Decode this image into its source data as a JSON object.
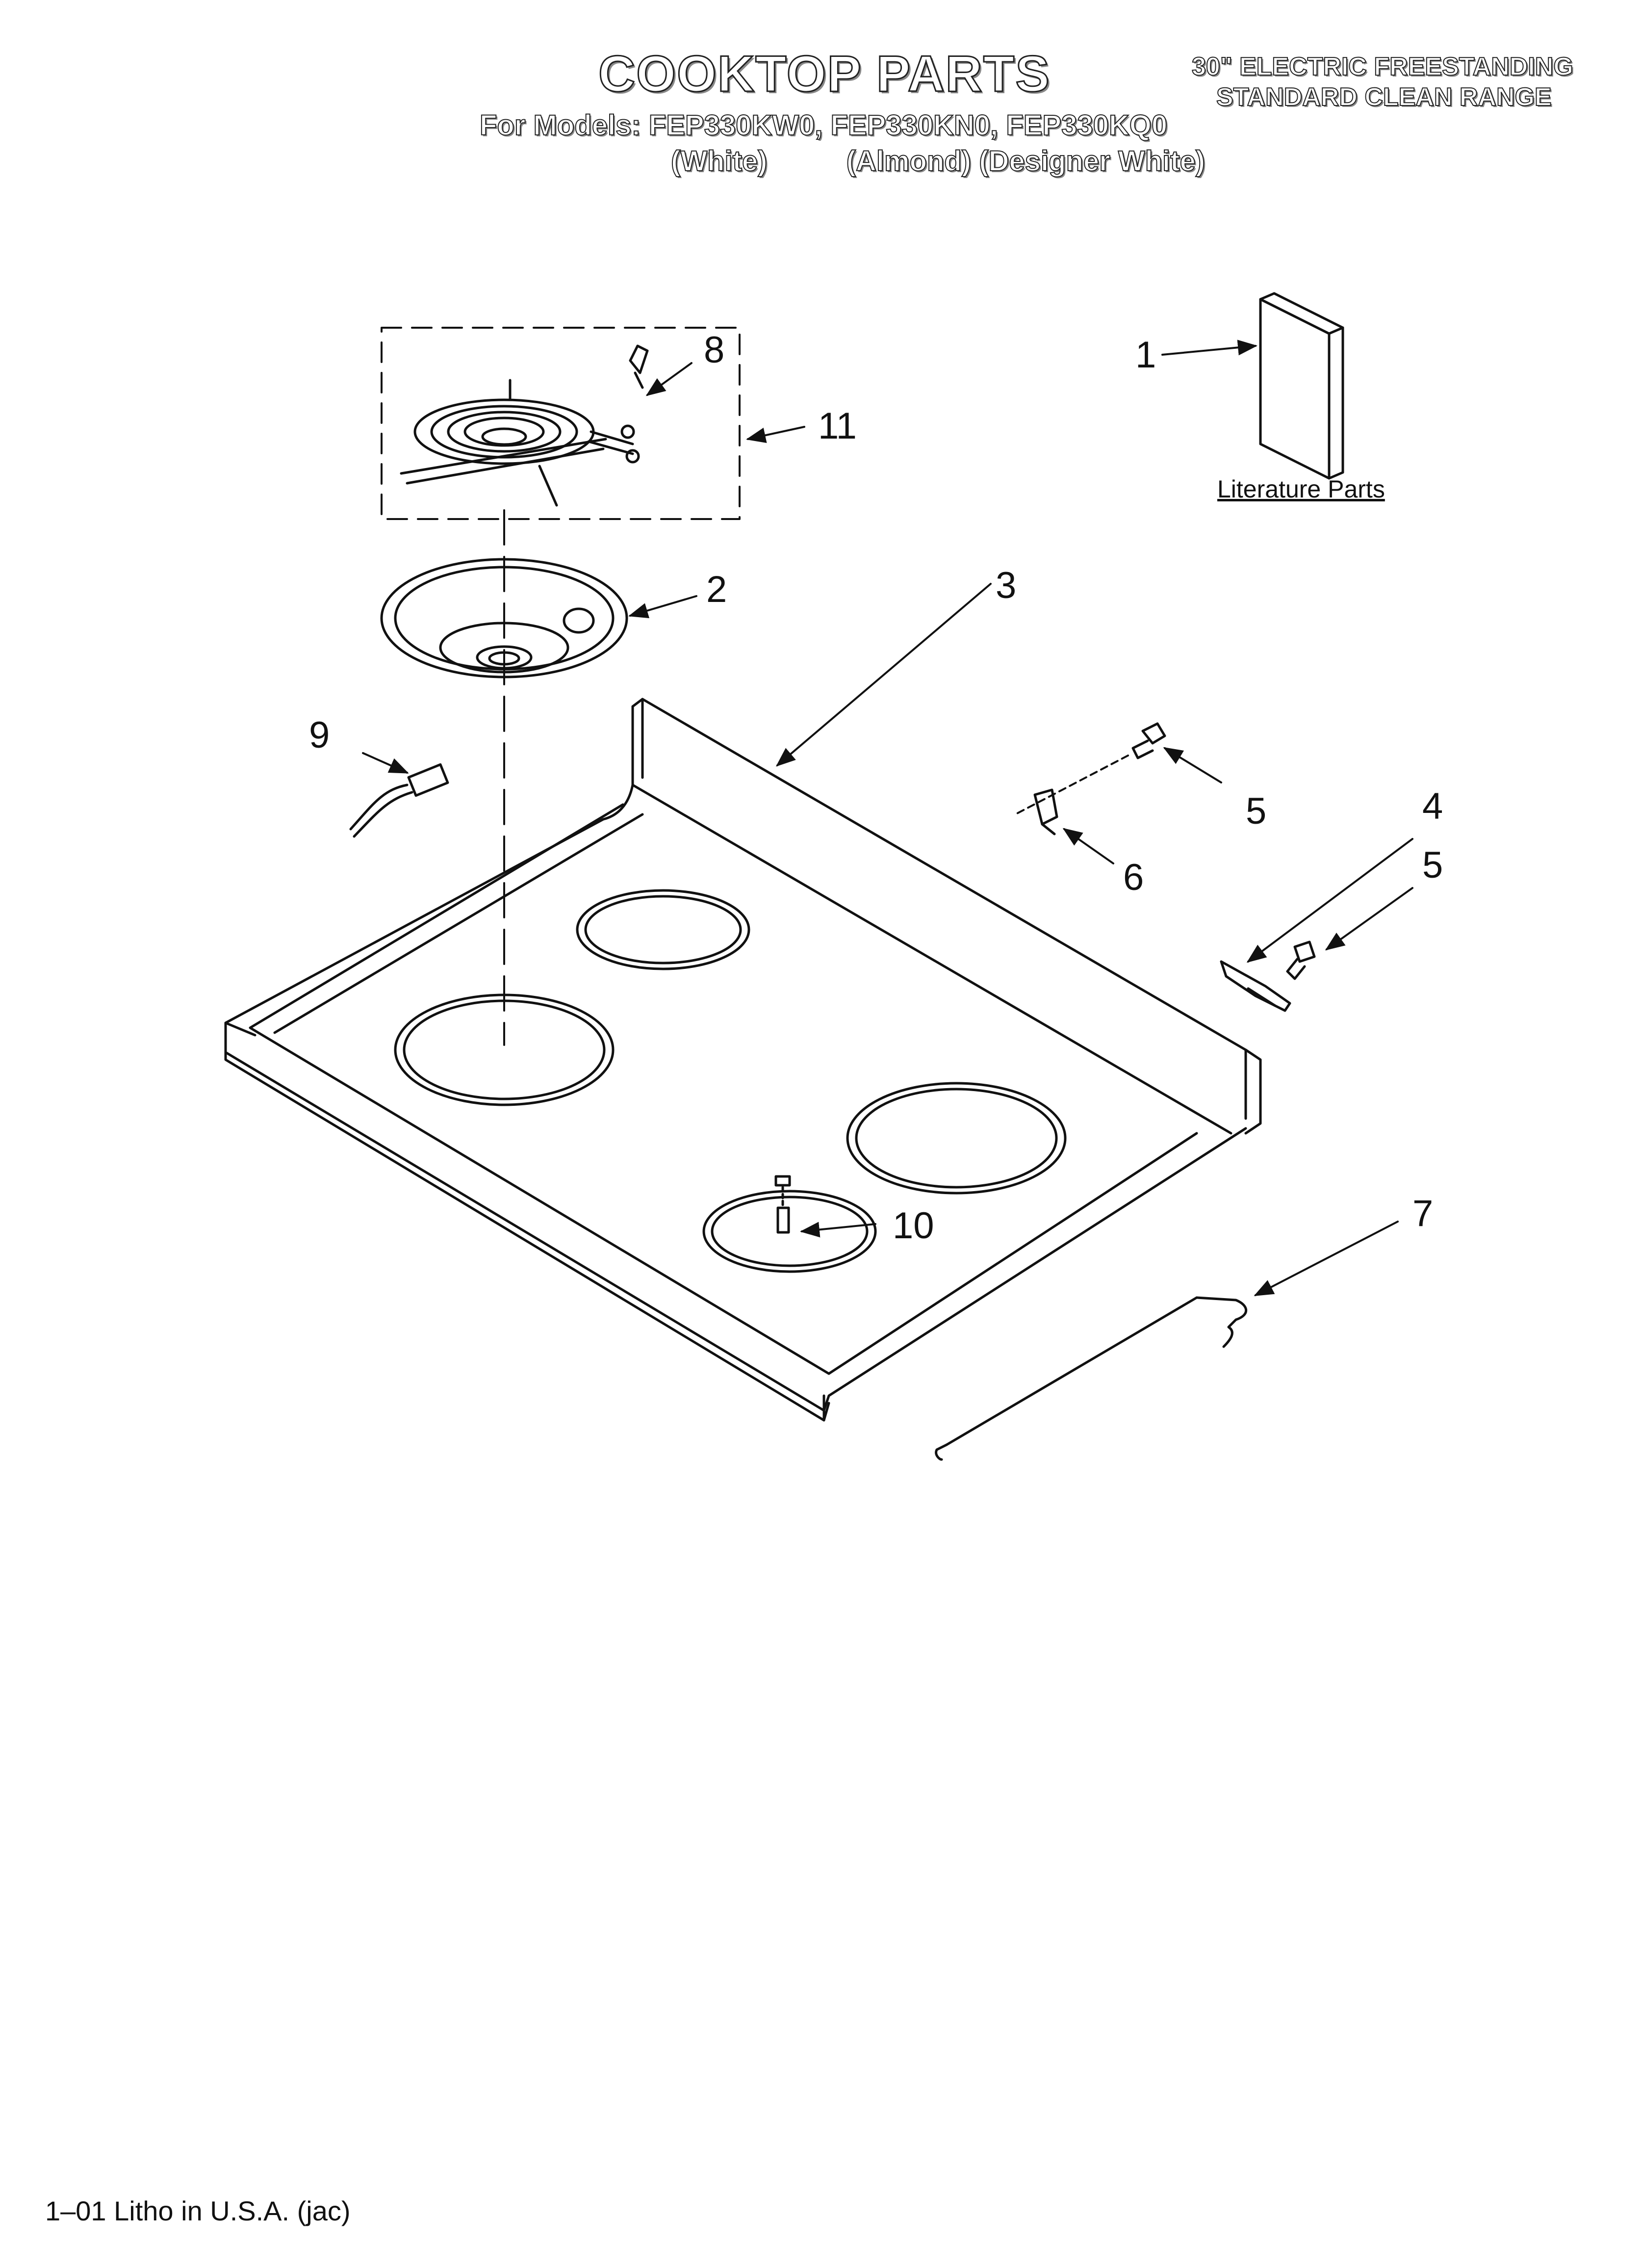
{
  "header": {
    "title": "COOKTOP PARTS",
    "models_line": "For Models: FEP330KW0, FEP330KN0, FEP330KQ0",
    "colors_line": "(White)          (Almond) (Designer White)",
    "description_line1": "30\" ELECTRIC FREESTANDING",
    "description_line2": "STANDARD CLEAN RANGE"
  },
  "literature": {
    "label": "Literature Parts"
  },
  "callouts": {
    "c1": "1",
    "c2": "2",
    "c3": "3",
    "c4": "4",
    "c5a": "5",
    "c5b": "5",
    "c6": "6",
    "c7": "7",
    "c8": "8",
    "c9": "9",
    "c10": "10",
    "c11": "11"
  },
  "footer": {
    "litho": "1–01 Litho in U.S.A. (jac)"
  }
}
